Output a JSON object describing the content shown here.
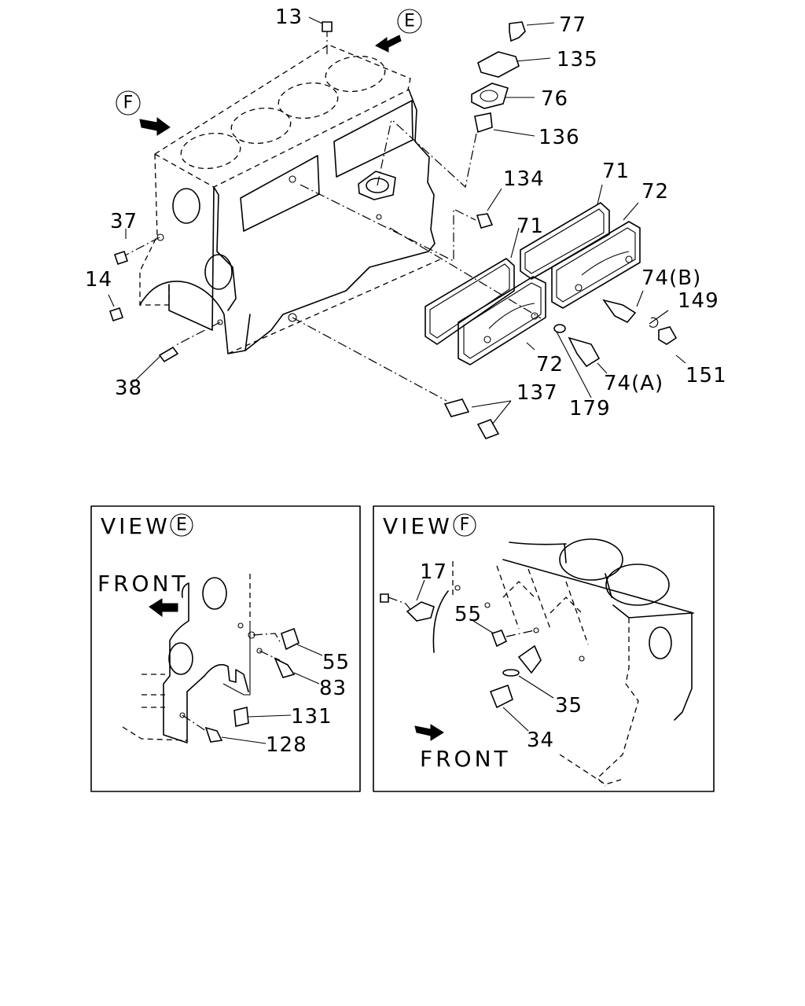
{
  "main": {
    "view_markers": {
      "e": "E",
      "f": "F"
    },
    "labels": {
      "p13": "13",
      "p77": "77",
      "p135": "135",
      "p76": "76",
      "p136": "136",
      "p134": "134",
      "p71a": "71",
      "p72a": "72",
      "p71b": "71",
      "p72b": "72",
      "p74b": "74(B)",
      "p149": "149",
      "p37": "37",
      "p14": "14",
      "p38": "38",
      "p137": "137",
      "p179": "179",
      "p74a": "74(A)",
      "p151": "151"
    }
  },
  "view_e": {
    "title": "VIEW",
    "marker": "E",
    "front": "FRONT",
    "labels": {
      "p55": "55",
      "p83": "83",
      "p131": "131",
      "p128": "128"
    }
  },
  "view_f": {
    "title": "VIEW",
    "marker": "F",
    "front": "FRONT",
    "labels": {
      "p17": "17",
      "p55": "55",
      "p35": "35",
      "p34": "34"
    }
  }
}
